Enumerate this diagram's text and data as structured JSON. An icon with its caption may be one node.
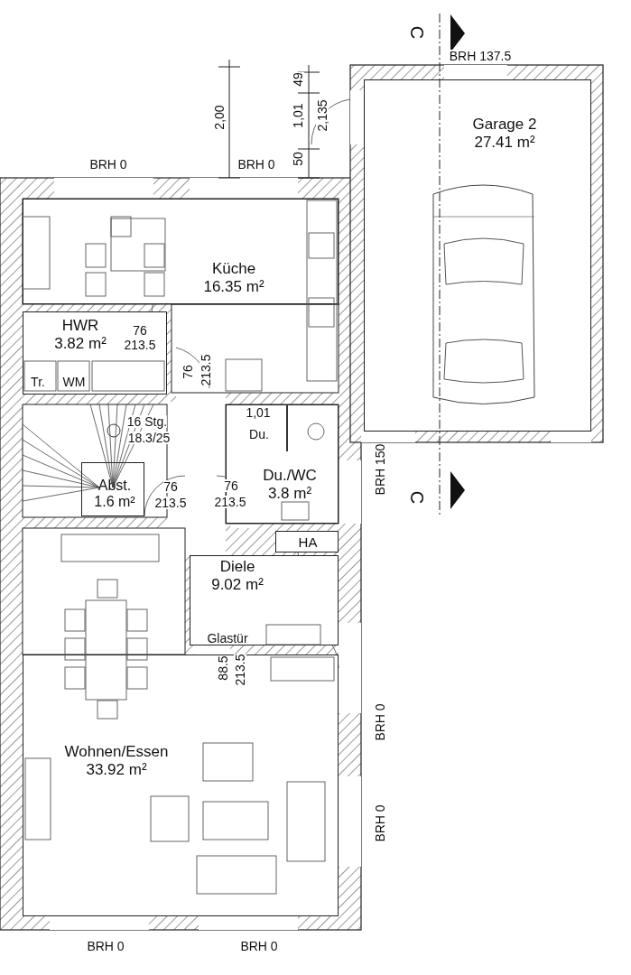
{
  "diagram": {
    "nodes": [
      {
        "text": [
          "Garage 2",
          "27.41 m²"
        ]
      },
      {
        "text": [
          "Küche",
          "16.35 m²"
        ]
      },
      {
        "text": [
          "HWR",
          "3.82 m²"
        ]
      },
      {
        "text": [
          "Abst.",
          "1.6 m²"
        ]
      },
      {
        "text": [
          "Du./WC",
          "3.8 m²"
        ]
      },
      {
        "text": [
          "HA"
        ]
      },
      {
        "text": [
          "Diele",
          "9.02 m²"
        ]
      },
      {
        "text": [
          "Wohnen/Essen",
          "33.92 m²"
        ]
      }
    ],
    "labels": [
      "BRH 137.5",
      "2,00",
      "49",
      "1,01",
      "2,135",
      "50",
      "BRH 0",
      "BRH 0",
      "C",
      "76",
      "213.5",
      "Tr.",
      "WM",
      "76",
      "213.5",
      "16 Stg.",
      "18.3/25",
      "1,01",
      "Du.",
      "76",
      "213.5",
      "76",
      "213.5",
      "BRH 150",
      "C",
      "Glastür",
      "88.5",
      "213.5",
      "BRH 0",
      "BRH 0",
      "BRH 0",
      "BRH 0"
    ]
  }
}
